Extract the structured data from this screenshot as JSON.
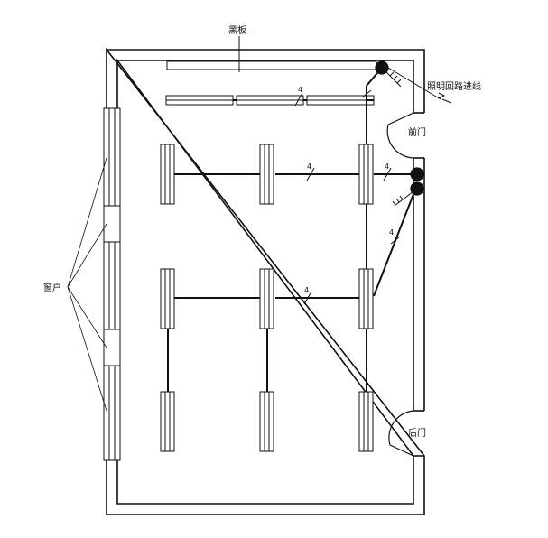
{
  "labels": {
    "blackboard": "黑板",
    "lighting_inlet": "照明回路进线",
    "front_door": "前门",
    "back_door": "后门",
    "windows": "窗户"
  },
  "wire_counts": {
    "top_row": "4",
    "upper_row": "4",
    "upper_feed": "4",
    "lower_row": "4",
    "diagonal": "4"
  },
  "colors": {
    "line": "#111111",
    "wall_fill": "#ffffff"
  }
}
